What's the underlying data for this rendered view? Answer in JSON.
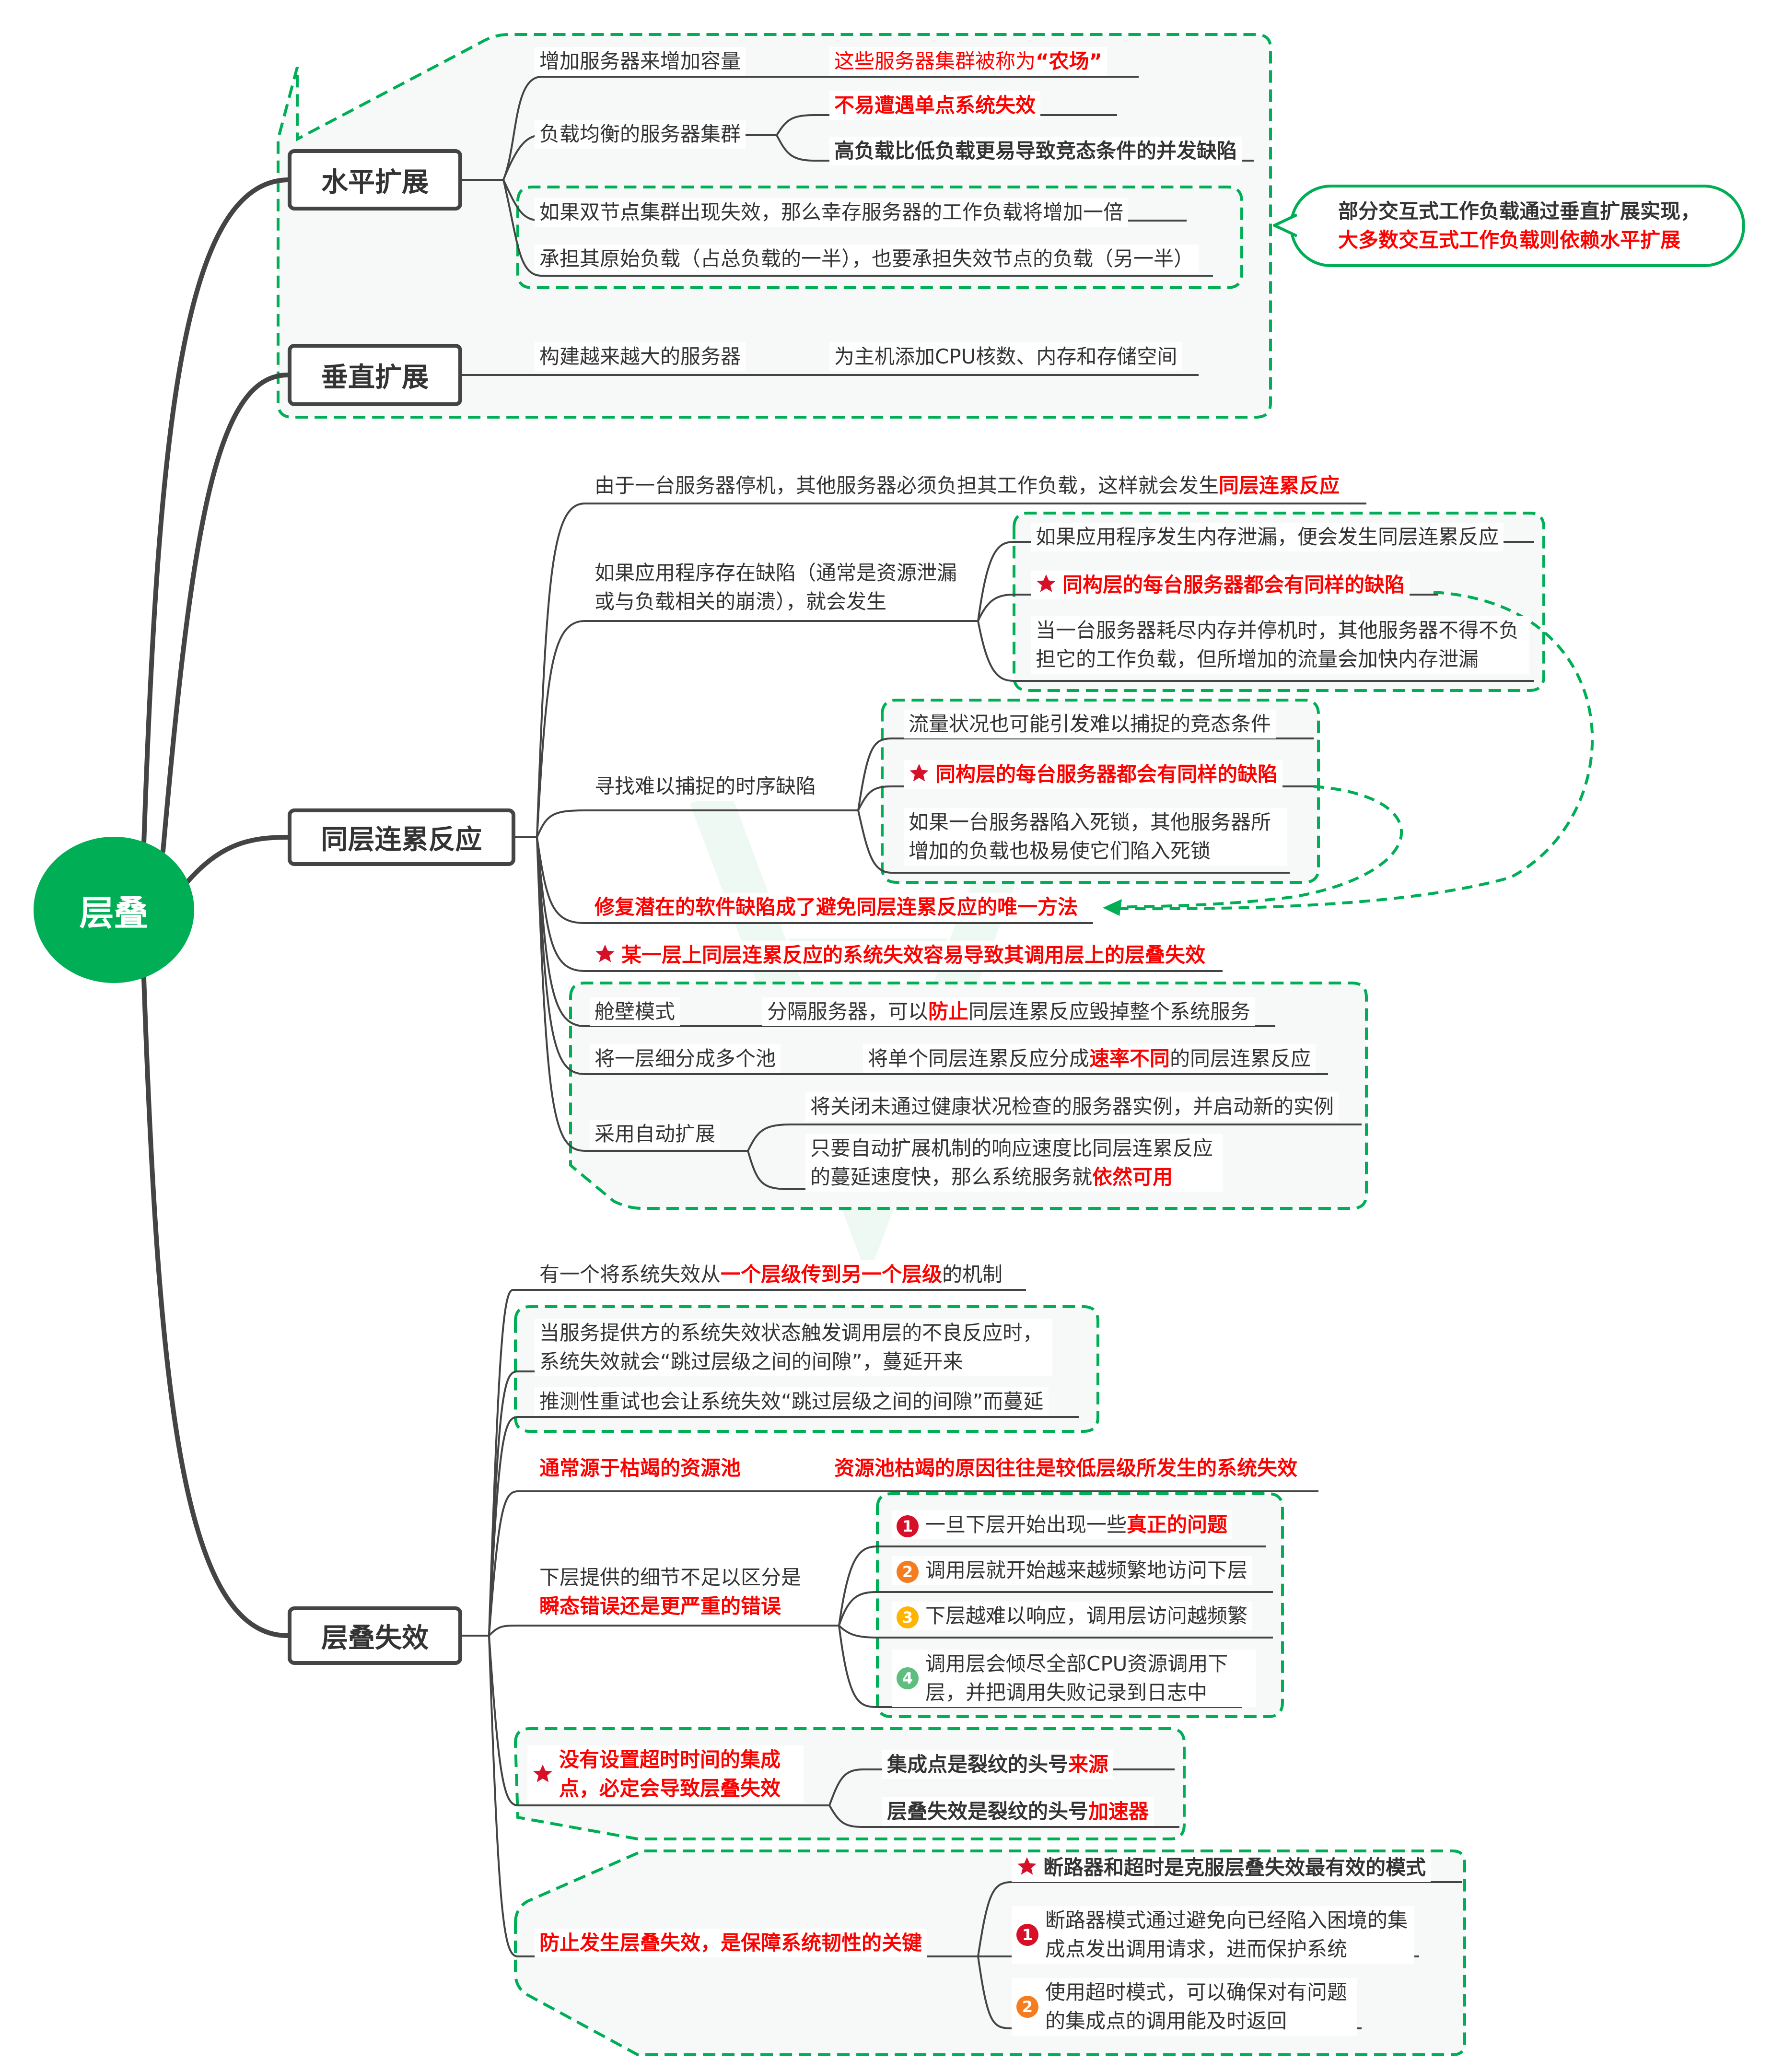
{
  "root": {
    "label": "层叠",
    "color": "#00AE55"
  },
  "colors": {
    "accent_green": "#00AE55",
    "highlight_red": "#FF0000",
    "line": "#444444",
    "text": "#333333",
    "group_fill": "#F7F9F9",
    "num1": "#D7102A",
    "num2": "#F57C1F",
    "num3": "#FFB400",
    "num4": "#5DBE7E"
  },
  "branches": {
    "horizontal": {
      "label": "水平扩展",
      "items": [
        {
          "text": "增加服务器来增加容量",
          "child": "这些服务器集群被称为",
          "child_bold": "“农场”"
        },
        {
          "text": "负载均衡的服务器集群",
          "children": [
            "不易遭遇单点系统失效",
            "高负载比低负载更易导致竞态条件的并发缺陷"
          ]
        },
        {
          "group": [
            "如果双节点集群出现失效，那么幸存服务器的工作负载将增加一倍",
            "承担其原始负载（占总负载的一半），也要承担失效节点的负载（另一半）"
          ]
        }
      ]
    },
    "vertical": {
      "label": "垂直扩展",
      "items": [
        {
          "text": "构建越来越大的服务器",
          "child": "为主机添加CPU核数、内存和存储空间"
        }
      ]
    },
    "callout": {
      "line1": "部分交互式工作负载通过垂直扩展实现，",
      "line2": "大多数交互式工作负载则依赖水平扩展"
    },
    "chain": {
      "label": "同层连累反应",
      "intro": {
        "text": "由于一台服务器停机，其他服务器必须负担其工作负载，这样就会发生",
        "highlight": "同层连累反应"
      },
      "defect": {
        "text": "如果应用程序存在缺陷（通常是资源泄漏或与负载相关的崩溃），就会发生",
        "children": [
          "如果应用程序发生内存泄漏，便会发生同层连累反应",
          "同构层的每台服务器都会有同样的缺陷",
          "当一台服务器耗尽内存并停机时，其他服务器不得不负担它的工作负载，但所增加的流量会加快内存泄漏"
        ]
      },
      "timing": {
        "text": "寻找难以捕捉的时序缺陷",
        "children": [
          "流量状况也可能引发难以捕捉的竞态条件",
          "同构层的每台服务器都会有同样的缺陷",
          "如果一台服务器陷入死锁，其他服务器所增加的负载也极易使它们陷入死锁"
        ]
      },
      "only_fix": "修复潜在的软件缺陷成了避免同层连累反应的唯一方法",
      "cascade_note": "某一层上同层连累反应的系统失效容易导致其调用层上的层叠失效",
      "patterns": [
        {
          "name": "舱壁模式",
          "pre": "分隔服务器，可以",
          "hl": "防止",
          "post": "同层连累反应毁掉整个系统服务"
        },
        {
          "name": "将一层细分成多个池",
          "pre": "将单个同层连累反应分成",
          "hl": "速率不同",
          "post": "的同层连累反应"
        },
        {
          "name": "采用自动扩展",
          "children": [
            {
              "pre": "将关闭未通过健康状况检查的服务器实例，并启动新的实例"
            },
            {
              "pre": "只要自动扩展机制的响应速度比同层连累反应的蔓延速度快，那么系统服务就",
              "hl": "依然可用"
            }
          ]
        }
      ]
    },
    "cascade": {
      "label": "层叠失效",
      "mechanism": {
        "pre": "有一个将系统失效从",
        "hl": "一个层级传到另一个层级",
        "post": "的机制"
      },
      "gap_group": [
        "当服务提供方的系统失效状态触发调用层的不良反应时，系统失效就会“跳过层级之间的间隙”，蔓延开来",
        "推测性重试也会让系统失效“跳过层级之间的间隙”而蔓延"
      ],
      "pool": {
        "text": "通常源于枯竭的资源池",
        "child": "资源池枯竭的原因往往是较低层级所发生的系统失效"
      },
      "detail": {
        "line1": "下层提供的细节不足以区分是",
        "line2": "瞬态错误还是更严重的错误",
        "steps": [
          {
            "num": "1",
            "pre": "一旦下层开始出现一些",
            "hl": "真正的问题"
          },
          {
            "num": "2",
            "pre": "调用层就开始越来越频繁地访问下层"
          },
          {
            "num": "3",
            "pre": "下层越难以响应，调用层访问越频繁"
          },
          {
            "num": "4",
            "pre": "调用层会倾尽全部CPU资源调用下层，并把调用失败记录到日志中"
          }
        ]
      },
      "timeout": {
        "text": "没有设置超时时间的集成点，必定会导致层叠失效",
        "children": [
          {
            "pre": "集成点是裂纹的头号",
            "hl": "来源"
          },
          {
            "pre": "层叠失效是裂纹的头号",
            "hl": "加速器"
          }
        ]
      },
      "prevent": {
        "text": "防止发生层叠失效，是保障系统韧性的关键",
        "children": [
          {
            "star": true,
            "pre": "断路器和超时是克服层叠失效最有效的模式"
          },
          {
            "num": "1",
            "pre": "断路器模式通过避免向已经陷入困境的集成点发出调用请求，进而保护系统"
          },
          {
            "num": "2",
            "pre": "使用超时模式，可以确保对有问题的集成点的调用能及时返回"
          }
        ]
      }
    }
  }
}
